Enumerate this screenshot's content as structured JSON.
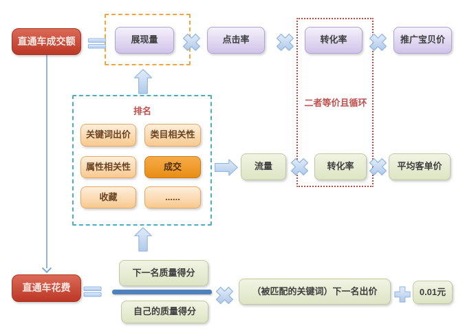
{
  "nodes": {
    "deal_amount": "直通车成交额",
    "impressions": "展现量",
    "ctr": "点击率",
    "cvr_top": "转化率",
    "item_price": "推广宝贝价",
    "traffic": "流量",
    "cvr_bottom": "转化率",
    "avg_order_value": "平均客单价",
    "cost": "直通车花费"
  },
  "annotations": {
    "cycle_note": "二者等价且循环",
    "ranking_title": "排名"
  },
  "rank": {
    "keyword_bid": "关键词出价",
    "category_rel": "类目相关性",
    "attr_rel": "属性相关性",
    "deal": "成交",
    "favorites": "收藏",
    "more": "......"
  },
  "formula": {
    "next_quality_score": "下一名质量得分",
    "own_quality_score": "自己的质量得分",
    "next_bid": "（被匹配的关键词）下一名出价",
    "min_increment": "0.01元"
  },
  "operators": {
    "equals": "=",
    "multiply": "×",
    "plus": "+"
  },
  "colors": {
    "red_node": "#C13B2A",
    "purple_node": "#D9CEED",
    "green_node": "#E3E9CB",
    "orange_node": "#FAD4A0",
    "orange_node_strong": "#EF9426",
    "operator_blue": "#C6D9F1",
    "fraction_bar": "#4F81BD",
    "orange_dash_border": "#F2A43C",
    "blue_dash_border": "#4BACC6",
    "red_dot_border": "#C2453A",
    "annotation_red": "#C0504D"
  }
}
